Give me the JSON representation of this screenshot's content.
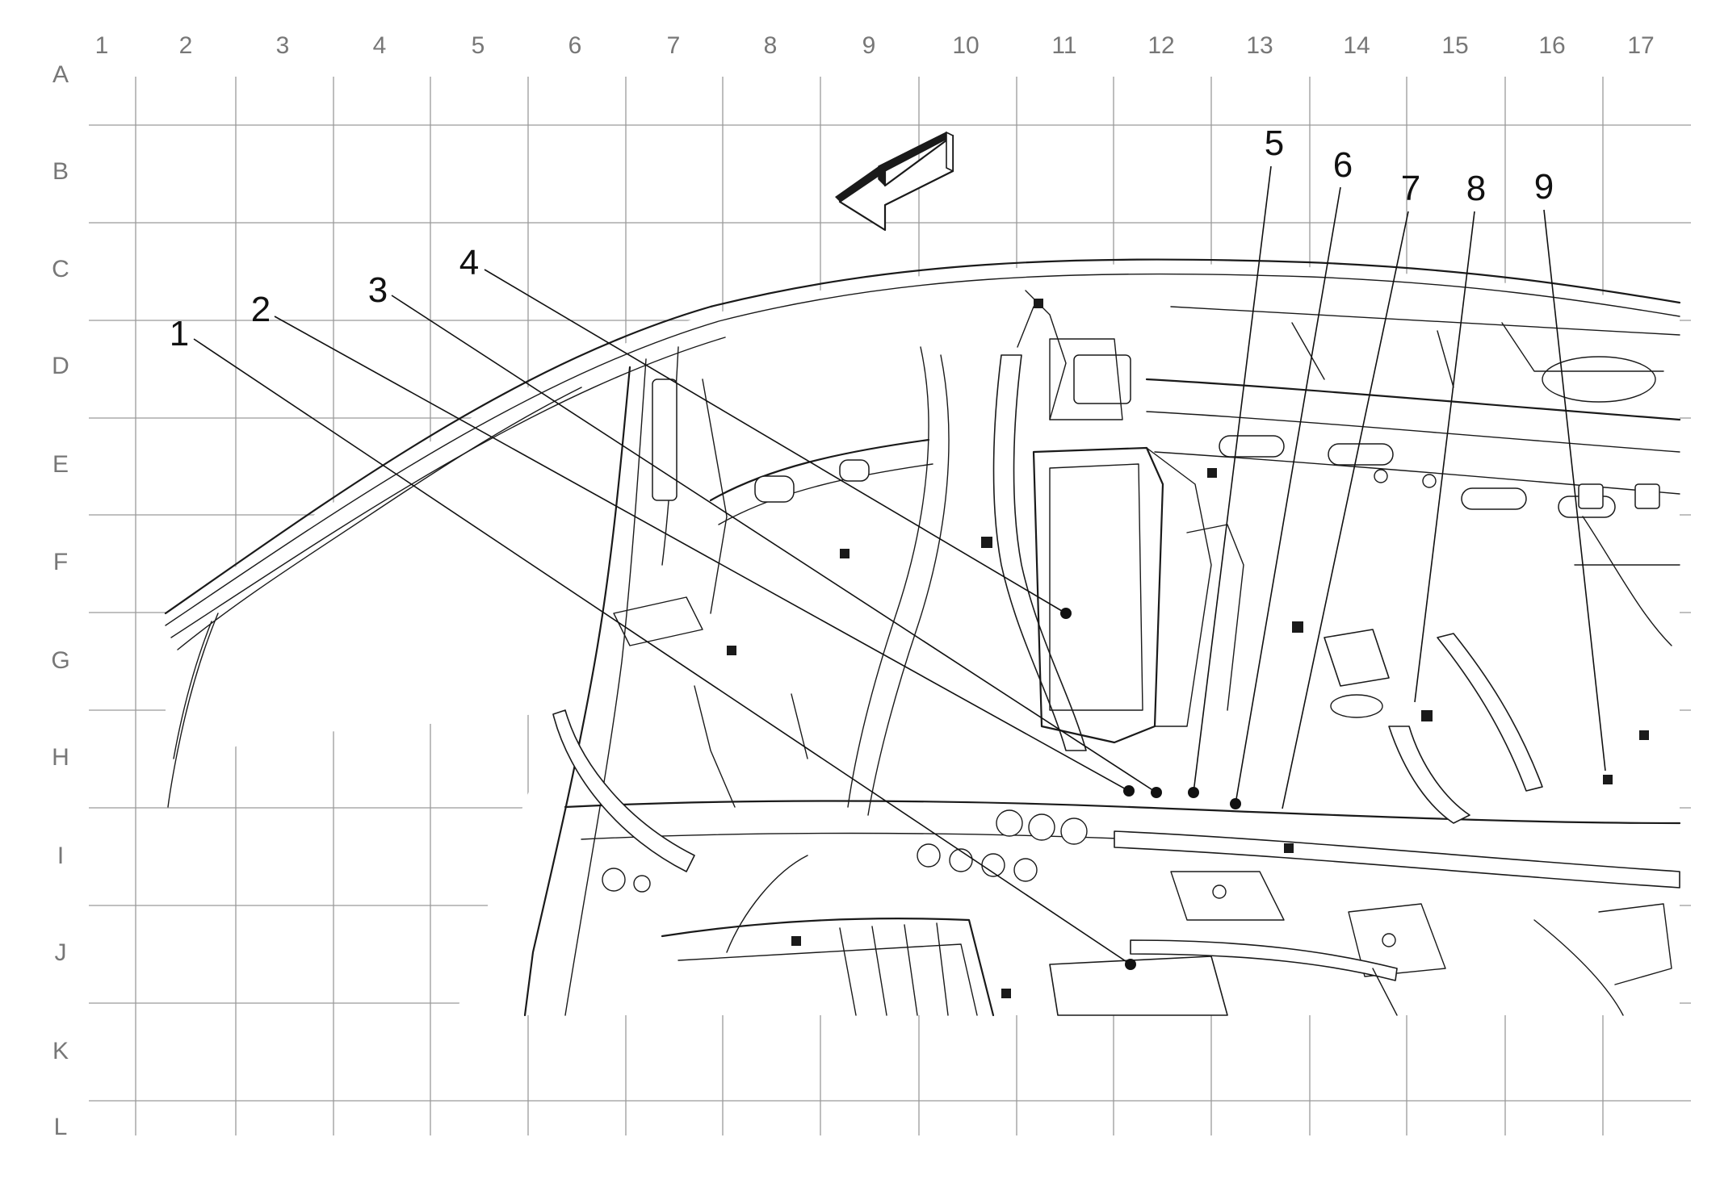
{
  "grid": {
    "columns": [
      "1",
      "2",
      "3",
      "4",
      "5",
      "6",
      "7",
      "8",
      "9",
      "10",
      "11",
      "12",
      "13",
      "14",
      "15",
      "16",
      "17"
    ],
    "rows": [
      "A",
      "B",
      "C",
      "D",
      "E",
      "F",
      "G",
      "H",
      "I",
      "J",
      "K",
      "L"
    ]
  },
  "callouts": [
    {
      "label": "1"
    },
    {
      "label": "2"
    },
    {
      "label": "3"
    },
    {
      "label": "4"
    },
    {
      "label": "5"
    },
    {
      "label": "6"
    },
    {
      "label": "7"
    },
    {
      "label": "8"
    },
    {
      "label": "9"
    }
  ],
  "direction_arrow": {
    "icon": "front-direction-arrow-icon"
  }
}
